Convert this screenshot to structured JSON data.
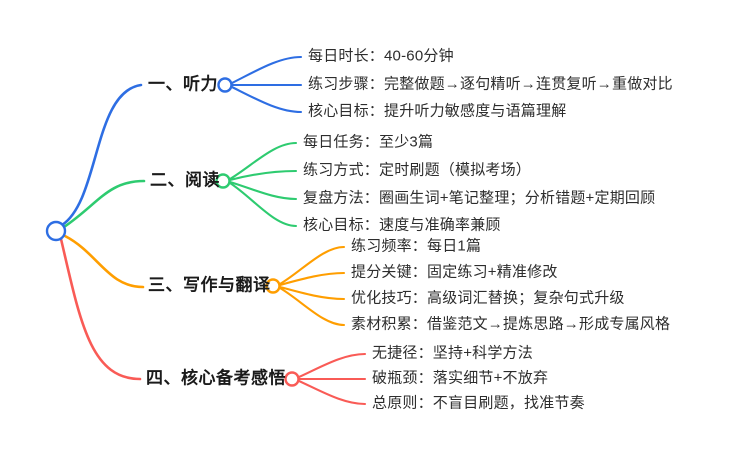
{
  "canvas": {
    "background": "#ffffff"
  },
  "root": {
    "color": "#2e6ee3"
  },
  "branches": [
    {
      "label": "一、听力",
      "color": "#2e6ee3",
      "items": [
        "每日时长：40-60分钟",
        "练习步骤：完整做题→逐句精听→连贯复听→重做对比",
        "核心目标：提升听力敏感度与语篇理解"
      ]
    },
    {
      "label": "二、阅读",
      "color": "#2ecb70",
      "items": [
        "每日任务：至少3篇",
        "练习方式：定时刷题（模拟考场）",
        "复盘方法：圈画生词+笔记整理；分析错题+定期回顾",
        "核心目标：速度与准确率兼顾"
      ]
    },
    {
      "label": "三、写作与翻译",
      "color": "#ff9e00",
      "items": [
        "练习频率：每日1篇",
        "提分关键：固定练习+精准修改",
        "优化技巧：高级词汇替换；复杂句式升级",
        "素材积累：借鉴范文→提炼思路→形成专属风格"
      ]
    },
    {
      "label": "四、核心备考感悟",
      "color": "#f95b56",
      "items": [
        "无捷径：坚持+科学方法",
        "破瓶颈：落实细节+不放弃",
        "总原则：不盲目刷题，找准节奏"
      ]
    }
  ]
}
